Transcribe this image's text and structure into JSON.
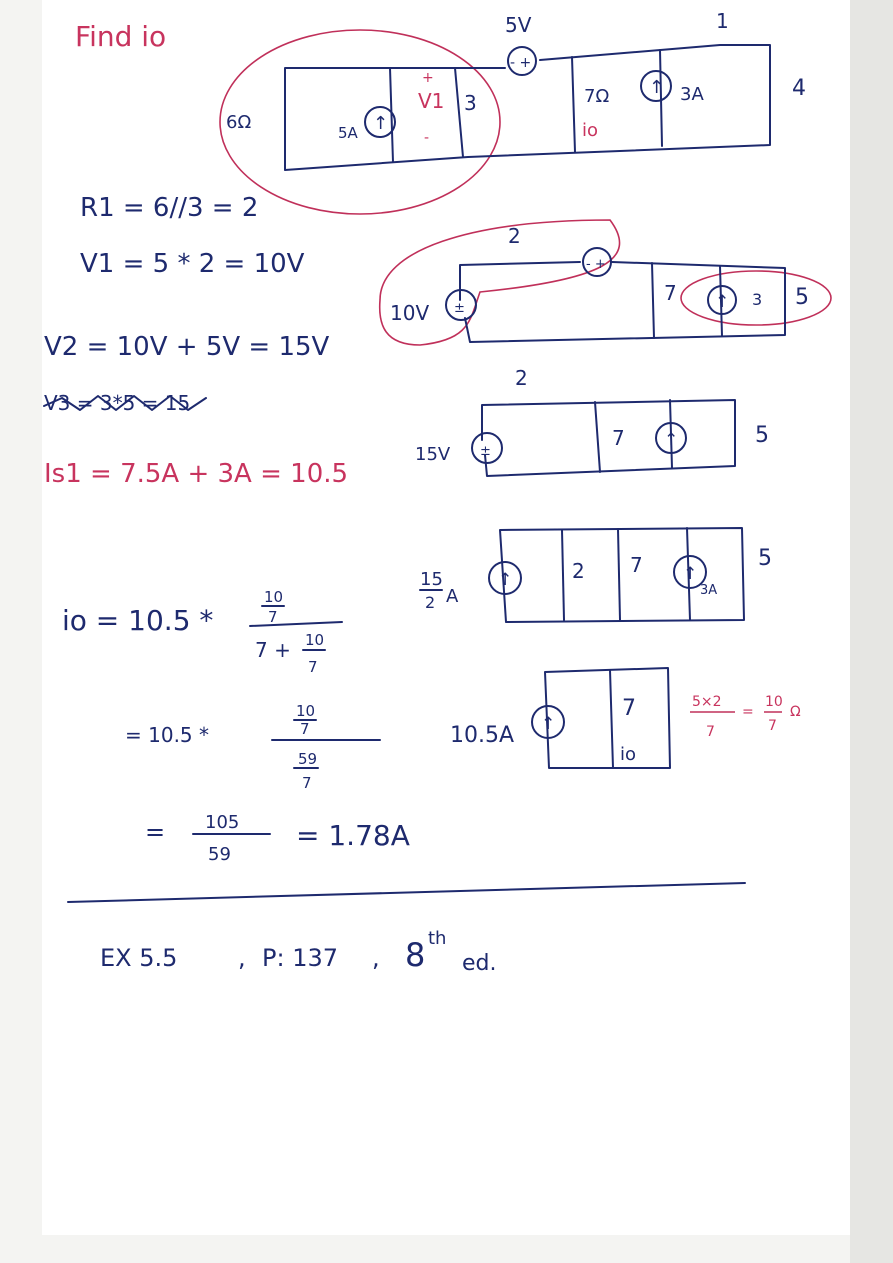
{
  "colors": {
    "ink": "#1e2a6e",
    "red_ink": "#c8345e",
    "paper": "#ffffff"
  },
  "problem": {
    "title": "Find io"
  },
  "circuit1": {
    "v_source": "5V",
    "r_top": "1",
    "r_right": "4",
    "r_left": "6Ω",
    "i_left": "5A",
    "v1_label": "V1",
    "v1_plus": "+",
    "v1_minus": "-",
    "r_mid": "3",
    "r_seven": "7Ω",
    "i_right": "3A",
    "io_label": "io"
  },
  "steps": [
    {
      "id": "r1",
      "text": "R1 = 6//3 = 2"
    },
    {
      "id": "v1",
      "text": "V1 = 5 * 2 = 10V"
    },
    {
      "id": "v2",
      "text": "V2 = 10V + 5V = 15V"
    },
    {
      "id": "v3_crossed",
      "text": "V3 = 3*5 = 15"
    },
    {
      "id": "is1",
      "text": "Is1 = 7.5A + 3A = 10.5"
    }
  ],
  "circuit2": {
    "r_top": "2",
    "v_left": "10V",
    "r_seven": "7",
    "i_src": "3",
    "r_right": "5"
  },
  "circuit3": {
    "r_top": "2",
    "v_left": "15V",
    "r_seven": "7",
    "r_right": "5"
  },
  "circuit4": {
    "i_left_num": "15",
    "i_left_den": "2",
    "i_left_unit": "A",
    "r_two": "2",
    "r_seven": "7",
    "i_right": "3A",
    "r_right": "5"
  },
  "circuit5": {
    "i_left": "10.5A",
    "r_seven": "7",
    "io_label": "io",
    "req_num": "5×2",
    "req_den": "7",
    "req_eq": "=",
    "req_num2": "10",
    "req_den2": "7",
    "req_unit": "Ω"
  },
  "solution": {
    "line1_lhs": "io = 10.5 *",
    "line1_num": "10",
    "line1_num_den": "7",
    "line1_den": "7 +",
    "line1_den_num": "10",
    "line1_den_den": "7",
    "line2_lhs": "= 10.5 *",
    "line2_num": "10",
    "line2_num_den": "7",
    "line2_den": "59",
    "line2_den_den": "7",
    "line3_lhs": "=",
    "line3_num": "105",
    "line3_den": "59",
    "line3_result": "= 1.78A"
  },
  "reference": {
    "exercise": "EX 5.5",
    "sep1": ",",
    "page": "P: 137",
    "sep2": ",",
    "edition_num": "8",
    "edition_sup": "th",
    "edition_suffix": "ed."
  }
}
